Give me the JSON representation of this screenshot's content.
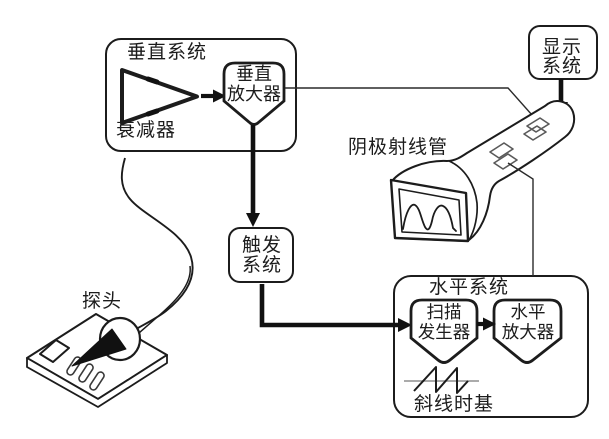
{
  "colors": {
    "ink": "#1c1c1c",
    "background": "#ffffff",
    "plate_gray": "#5a5a5a",
    "timebase_axis_gray": "#8f8f8f"
  },
  "blocks": {
    "vertical_system": {
      "label": "垂直系统"
    },
    "attenuator": {
      "label": "衰减器"
    },
    "vertical_amplifier": {
      "line1": "垂直",
      "line2": "放大器"
    },
    "display_system": {
      "line1": "显示",
      "line2": "系统"
    },
    "crt": {
      "label": "阴极射线管"
    },
    "trigger_system": {
      "line1": "触发",
      "line2": "系统"
    },
    "horizontal_system": {
      "label": "水平系统"
    },
    "sweep_generator": {
      "line1": "扫描",
      "line2": "发生器"
    },
    "horizontal_amplifier": {
      "line1": "水平",
      "line2": "放大器"
    },
    "ramp_timebase": {
      "label": "斜线时基"
    },
    "probe": {
      "label": "探头"
    }
  }
}
